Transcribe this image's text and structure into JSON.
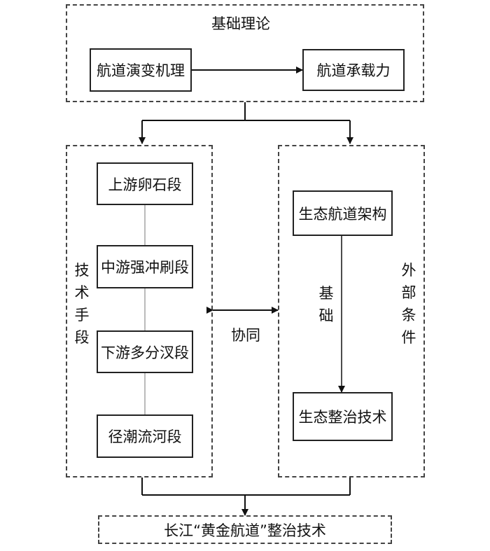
{
  "foundation": {
    "title": "基础理论",
    "left_box": "航道演变机理",
    "right_box": "航道承载力"
  },
  "technical": {
    "side_label": "技术手段",
    "segments": [
      "上游卵石段",
      "中游强冲刷段",
      "下游多分汊段",
      "径潮流河段"
    ]
  },
  "external": {
    "side_label": "外部条件",
    "top_box": "生态航道架构",
    "middle_label": "基础",
    "bottom_box": "生态整治技术"
  },
  "link_label": "协同",
  "result": "长江“黄金航道”整治技术"
}
